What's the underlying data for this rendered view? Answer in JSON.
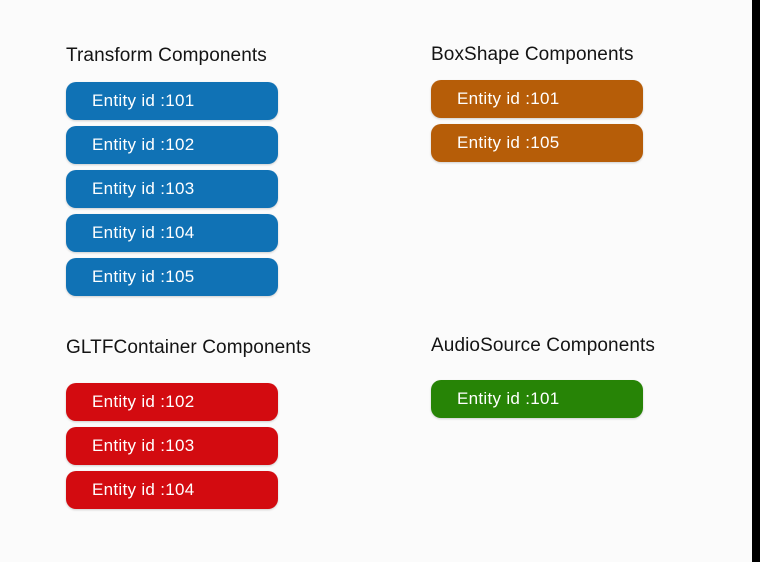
{
  "page": {
    "background_color": "#fbfbfb",
    "edge_bar_color": "#000000"
  },
  "sections": [
    {
      "id": "transform",
      "title": "Transform Components",
      "color": "#1072b5",
      "entities": [
        "Entity id :101",
        "Entity id :102",
        "Entity id :103",
        "Entity id :104",
        "Entity id :105"
      ]
    },
    {
      "id": "boxshape",
      "title": "BoxShape Components",
      "color": "#b65d08",
      "entities": [
        "Entity id :101",
        "Entity id :105"
      ]
    },
    {
      "id": "gltfcontainer",
      "title": "GLTFContainer Components",
      "color": "#d30b10",
      "entities": [
        "Entity id :102",
        "Entity id :103",
        "Entity id :104"
      ]
    },
    {
      "id": "audiosource",
      "title": "AudioSource Components",
      "color": "#278406",
      "entities": [
        "Entity id :101"
      ]
    }
  ]
}
